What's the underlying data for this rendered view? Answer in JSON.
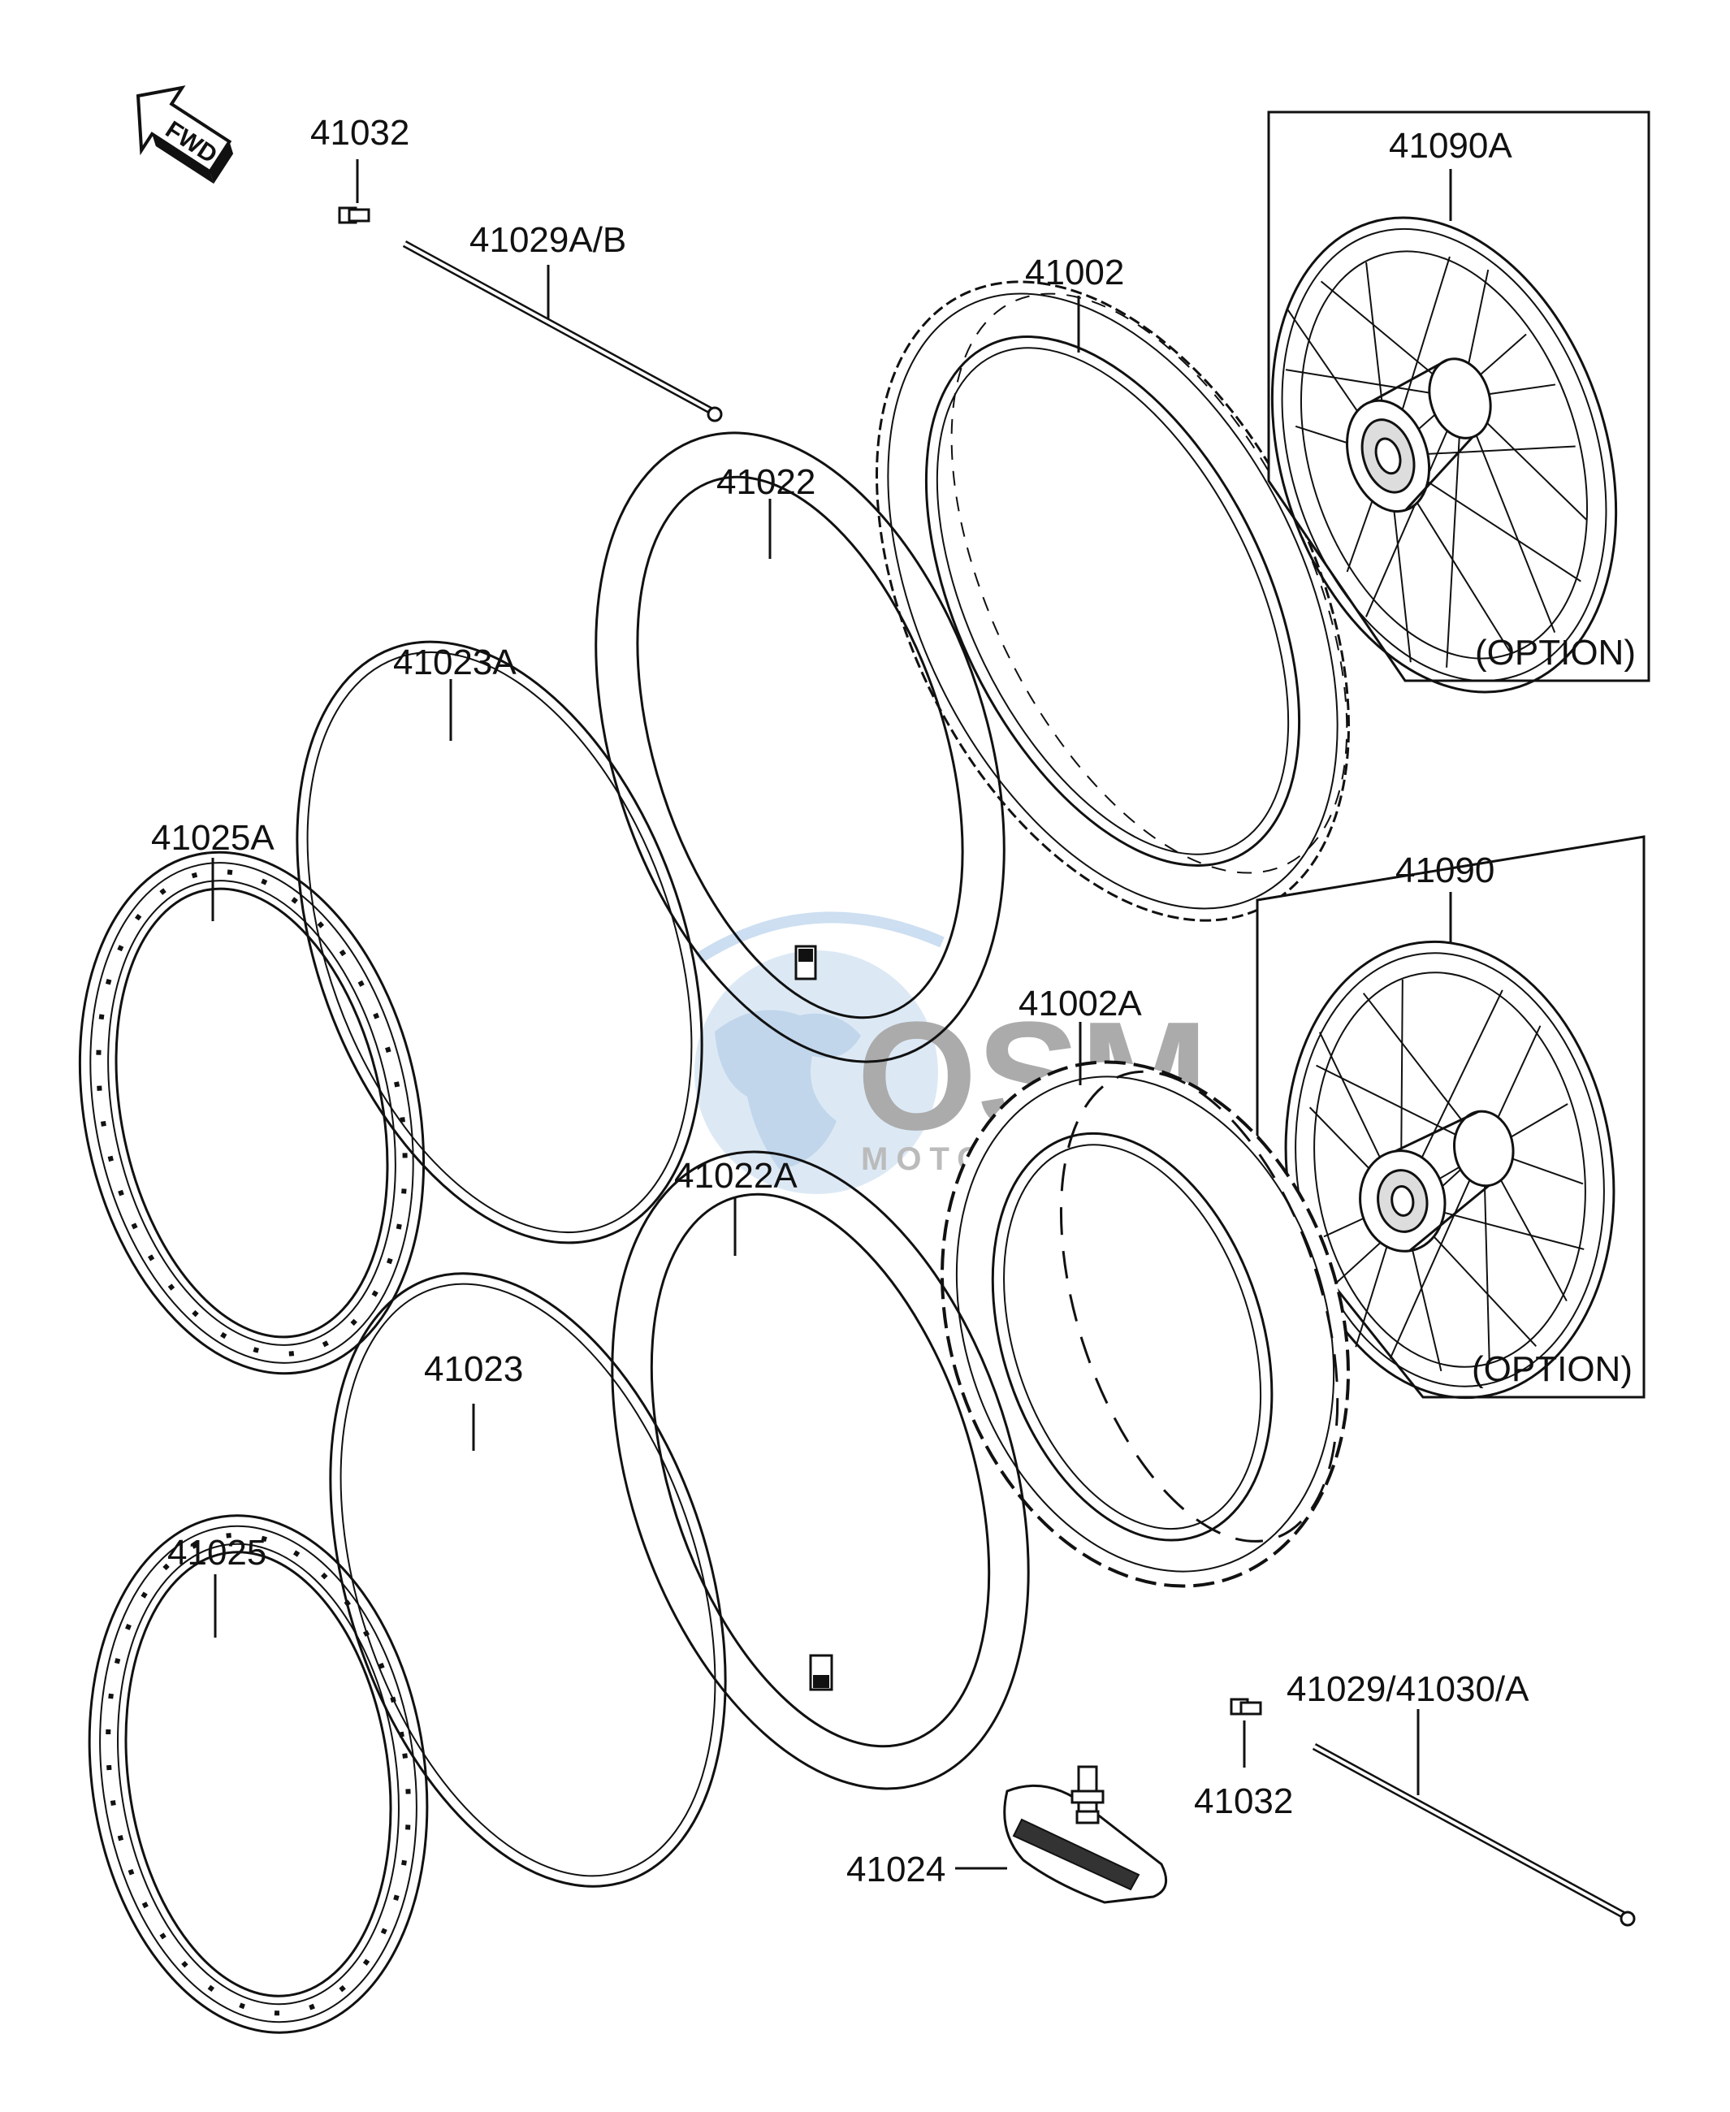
{
  "direction_arrow": {
    "label": "FWD",
    "icon": "forward-arrow-icon"
  },
  "watermark": {
    "logo_text": "OSM",
    "subtitle": "MOTORPARTS",
    "colors": {
      "globe": "#cfe0f0",
      "letters": "#9a9a9a",
      "swirl": "#b9d3ec"
    }
  },
  "parts": {
    "p41032_top": "41032",
    "p41029ab": "41029A/B",
    "p41002": "41002",
    "p41090a": "41090A",
    "p41022": "41022",
    "p41023a": "41023A",
    "p41025a": "41025A",
    "p41090": "41090",
    "p41002a": "41002A",
    "p41022a": "41022A",
    "p41023": "41023",
    "p41025": "41025",
    "p41029_41030a": "41029/41030/A",
    "p41032_bottom": "41032",
    "p41024": "41024"
  },
  "boxes": {
    "option_top": "(OPTION)",
    "option_bottom": "(OPTION)"
  }
}
